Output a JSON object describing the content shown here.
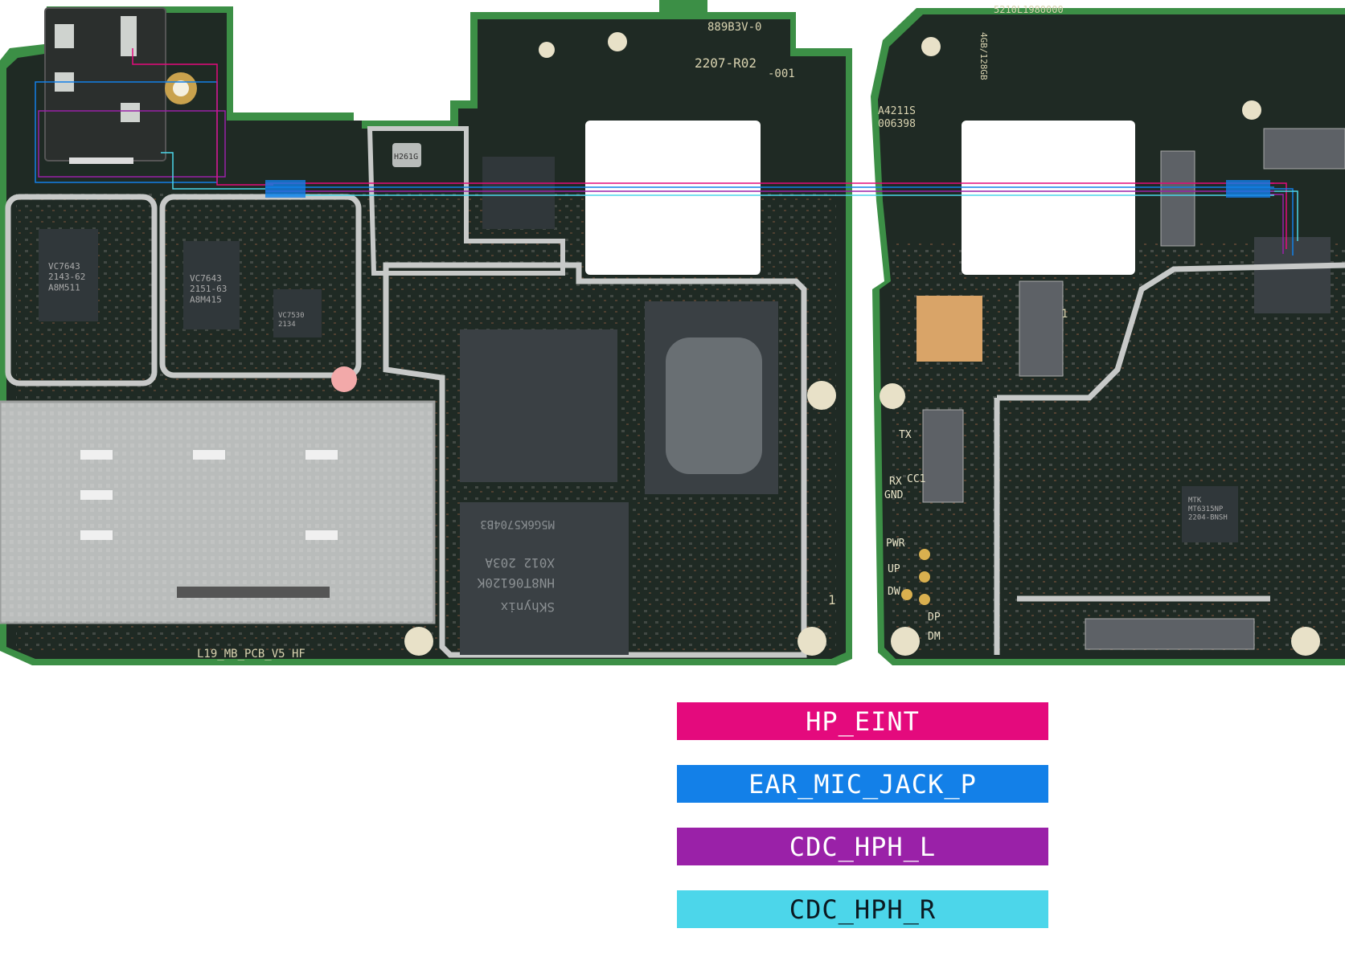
{
  "board_left": {
    "chip_labels": [
      "VC7643\n2143-62\nA8M511",
      "VC7643\n2151-63\nA8M415",
      "VC7530\n2134"
    ],
    "marking_pcb": "L19_MB_PCB_V5 HF",
    "marking_top": "889B3V-0",
    "marking_rev": "2207-R02",
    "marking_rev2": "-001",
    "chip_h261": "H261G",
    "chip_ram": "SKhynix",
    "chip_ram_code": "HN8T06120K",
    "chip_ram_code2": "X012 203A",
    "chip_ram_code3": "M5G6K5704B3",
    "one_mark": "1"
  },
  "board_right": {
    "marking_top": "5210L1980000",
    "marking_ram": "4GB/128GB",
    "marking_id": "A4211S",
    "marking_id2": "006398",
    "chip_mtk": "MTK\nMT6315NP\n2204-BNSH",
    "pads": [
      "TX",
      "RX",
      "GND",
      "CC1",
      "PWR",
      "UP",
      "DW",
      "DP",
      "DM"
    ],
    "one_mark": "1"
  },
  "legend": {
    "hp_eint": "HP_EINT",
    "ear_mic": "EAR_MIC_JACK_P",
    "cdc_l": "CDC_HPH_L",
    "cdc_r": "CDC_HPH_R"
  },
  "colors": {
    "hp_eint": "#e40a7d",
    "ear_mic": "#1380e8",
    "cdc_l": "#9a21a8",
    "cdc_r": "#4cd6ea",
    "pcb": "#1f2a24",
    "pcb_edge": "#3f8a4a",
    "shield": "#c7c9c8"
  }
}
